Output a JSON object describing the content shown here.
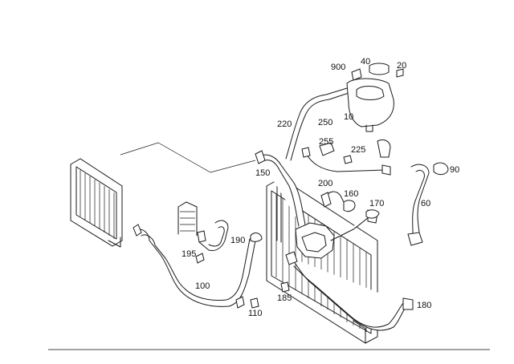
{
  "diagram": {
    "labels": {
      "p10": "10",
      "p20": "20",
      "p40": "40",
      "p60": "60",
      "p90": "90",
      "p100": "100",
      "p110": "110",
      "p150": "150",
      "p160": "160",
      "p170": "170",
      "p180": "180",
      "p185": "185",
      "p190": "190",
      "p195": "195",
      "p200": "200",
      "p220": "220",
      "p225": "225",
      "p250": "250",
      "p255": "255",
      "p900": "900"
    }
  }
}
